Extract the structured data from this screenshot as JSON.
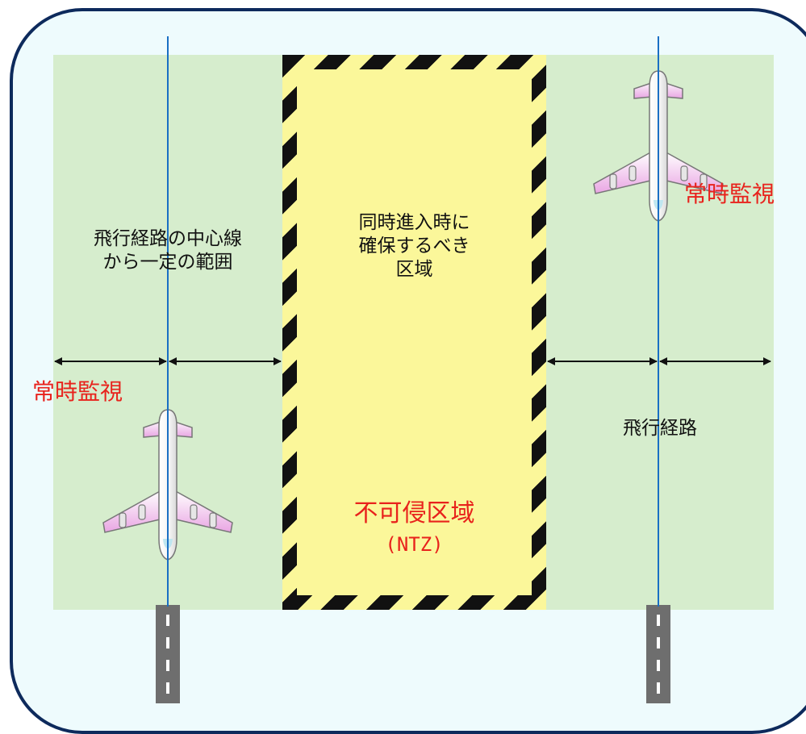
{
  "labels": {
    "left_zone_line1": "飛行経路の中心線",
    "left_zone_line2": "から一定の範囲",
    "ntz_line1": "同時進入時に",
    "ntz_line2": "確保するべき",
    "ntz_line3": "区域",
    "monitor_left": "常時監視",
    "monitor_right": "常時監視",
    "flight_path": "飛行経路",
    "ntz_title": "不可侵区域",
    "ntz_abbrev": "(NTZ)"
  },
  "colors": {
    "frame_border": "#0d2a5c",
    "frame_fill": "#eefbfd",
    "zone_fill": "#d6edcd",
    "ntz_fill": "#fbf79a",
    "centerline": "#1a6fc4",
    "runway": "#6e6e6e",
    "warning_text": "#e8221c"
  },
  "icons": [
    "airplane-icon",
    "runway-icon",
    "double-arrow-icon"
  ]
}
